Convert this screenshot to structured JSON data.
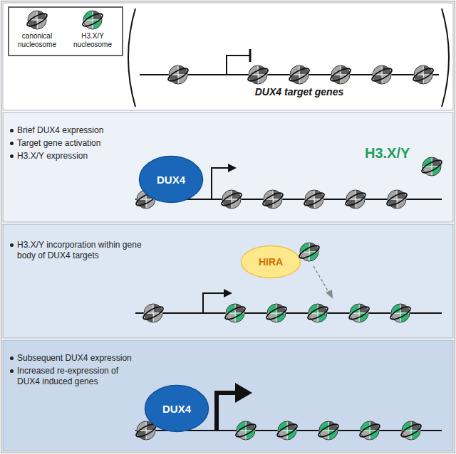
{
  "diagram": {
    "nodes": [
      {
        "text": [
          "DUX4 target genes"
        ]
      },
      {
        "text": [
          "Brief DUX4 expression",
          "Target gene activation",
          "H3.X/Y expression"
        ]
      },
      {
        "text": [
          "DUX4"
        ],
        "in": 1
      },
      {
        "text": [
          "H3.X/Y incorporation within gene body of DUX4 targets"
        ]
      },
      {
        "text": [
          "HIRA"
        ],
        "in": 3
      },
      {
        "text": [
          "Subsequent DUX4 expression",
          "Increased re-expression of DUX4 induced genes"
        ]
      },
      {
        "text": [
          "DUX4"
        ],
        "in": 5
      }
    ],
    "labels": [
      "H3.X/Y"
    ],
    "legend": [
      {
        "text": "canonical nucleosome"
      },
      {
        "text": "H3.X/Y nucleosome"
      }
    ]
  }
}
